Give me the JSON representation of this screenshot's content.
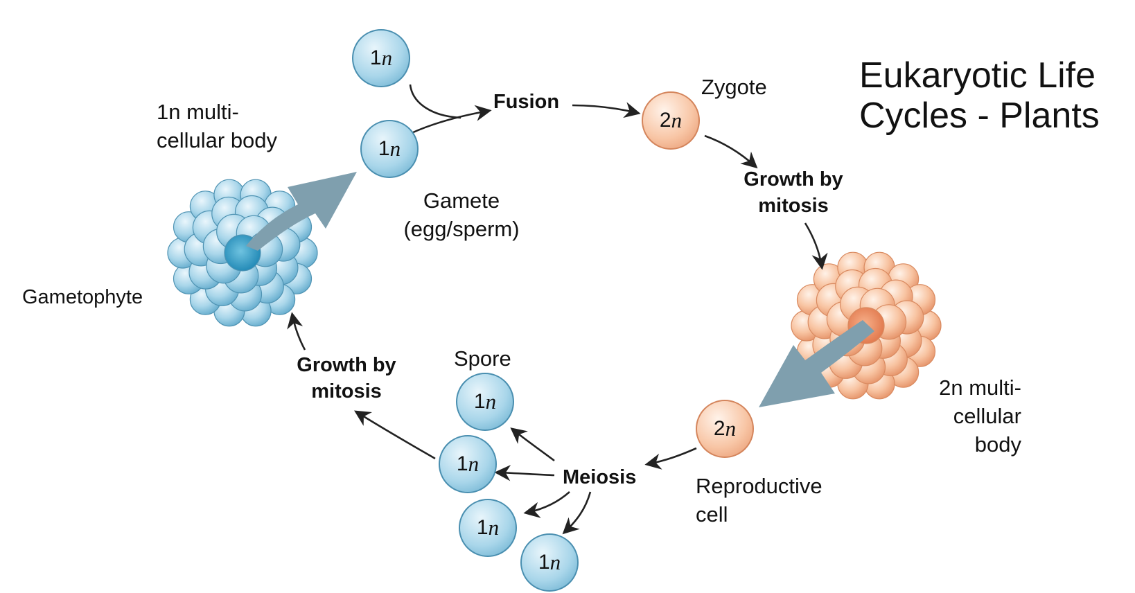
{
  "title": {
    "line1": "Eukaryotic Life",
    "line2": "Cycles - Plants"
  },
  "labels": {
    "multicellular_1n_line1": "1n multi-",
    "multicellular_1n_line2": "cellular body",
    "gametophyte": "Gametophyte",
    "fusion": "Fusion",
    "zygote": "Zygote",
    "gamete_line1": "Gamete",
    "gamete_line2": "(egg/sperm)",
    "growth_top_line1": "Growth by",
    "growth_top_line2": "mitosis",
    "multicellular_2n_line1": "2n multi-",
    "multicellular_2n_line2": "cellular",
    "multicellular_2n_line3": "body",
    "reproductive_line1": "Reproductive",
    "reproductive_line2": "cell",
    "meiosis": "Meiosis",
    "spore": "Spore",
    "growth_bottom_line1": "Growth by",
    "growth_bottom_line2": "mitosis"
  },
  "cells": {
    "gamete_top": {
      "num": "1",
      "ploidy": "n"
    },
    "gamete_bottom": {
      "num": "1",
      "ploidy": "n"
    },
    "zygote": {
      "num": "2",
      "ploidy": "n"
    },
    "reproductive": {
      "num": "2",
      "ploidy": "n"
    },
    "spore_1": {
      "num": "1",
      "ploidy": "n"
    },
    "spore_2": {
      "num": "1",
      "ploidy": "n"
    },
    "spore_3": {
      "num": "1",
      "ploidy": "n"
    },
    "spore_4": {
      "num": "1",
      "ploidy": "n"
    }
  },
  "colors": {
    "haploid": "#a9d6ea",
    "diploid": "#f8c6a6",
    "big_arrow": "#7f9fae",
    "arrow": "#222222"
  }
}
